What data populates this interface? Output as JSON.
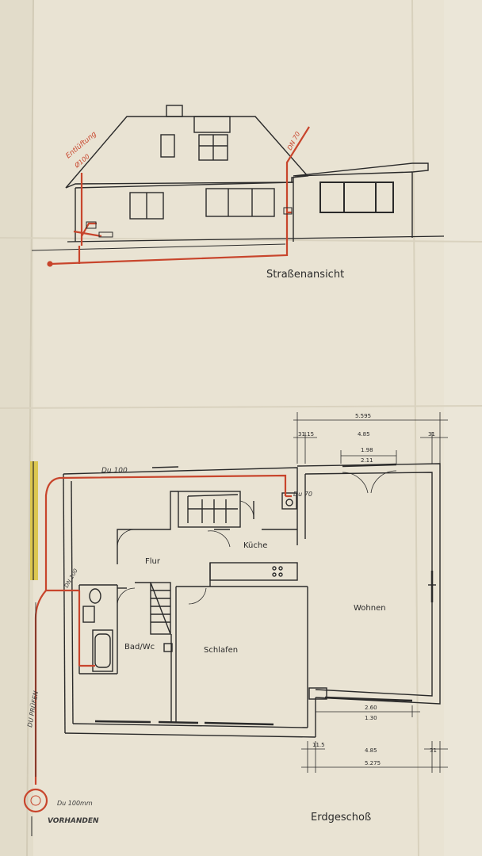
{
  "elevation": {
    "title": "Straßenansicht",
    "vent_label_line1": "Entlüftung",
    "vent_label_line2": "Ø100",
    "du70_label": "DN 70"
  },
  "floorplan": {
    "title": "Erdgeschoß",
    "rooms": {
      "kueche": "Küche",
      "flur": "Flur",
      "wohnen": "Wohnen",
      "bad": "Bad/Wc",
      "schlafen": "Schlafen"
    },
    "pipes": {
      "du100_top": "Du 100",
      "du70_right": "Du 70",
      "du100_left": "DN 100",
      "du_rechts": "DU PRÜFEN",
      "bottom_line1": "Du 100mm",
      "bottom_line2": "VORHANDEN"
    },
    "dimensions": {
      "top_total": "5.595",
      "top_left": "31.15",
      "top_inner": "4.85",
      "top_right": "31",
      "door_1": "1.98",
      "door_2": "2.11",
      "window_1": "2.60",
      "window_2": "1.30",
      "bottom_left": "11.5",
      "bottom_inner": "4.85",
      "bottom_total": "5.275",
      "bottom_right": "31"
    }
  },
  "colors": {
    "paper": "#e9e3d3",
    "ink": "#2a2a2a",
    "pipe_red": "#c8452c",
    "marker_yellow": "#d9c23a"
  }
}
